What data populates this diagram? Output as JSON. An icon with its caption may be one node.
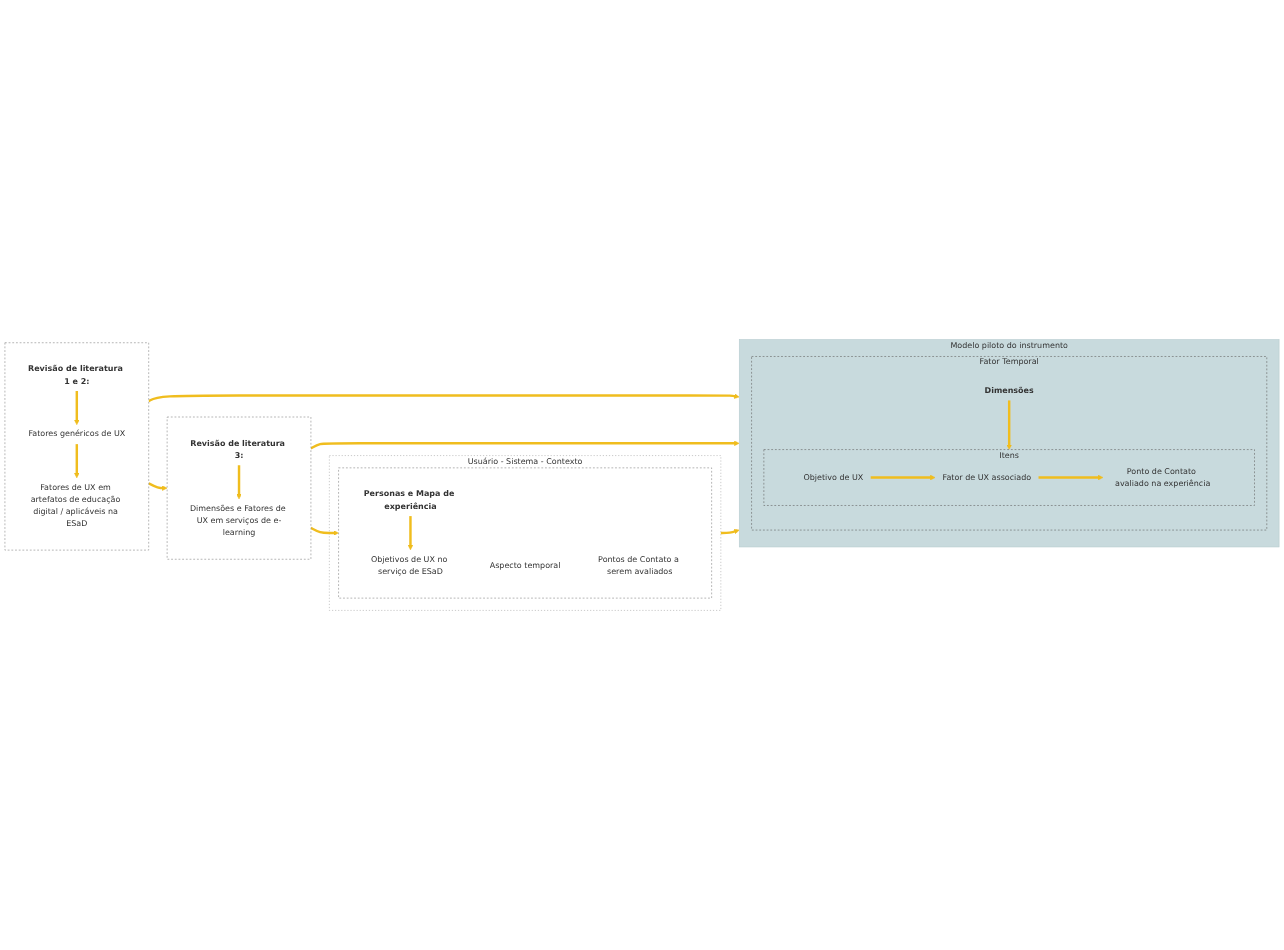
{
  "diagram": {
    "nodes": [
      {
        "text": [],
        "shape": "box"
      },
      {
        "text": [
          "Revisão de literatura 1 e 2:"
        ],
        "in": 0
      },
      {
        "text": [
          "Fatores genéricos de UX"
        ],
        "in": 0
      },
      {
        "text": [
          "Fatores de UX em artefatos de educação digital / aplicáveis na ESaD"
        ],
        "in": 0
      },
      {
        "text": [],
        "shape": "box"
      },
      {
        "text": [
          "Revisão de literatura 3:"
        ],
        "in": 4
      },
      {
        "text": [
          "Dimensões e Fatores de UX em serviços de e-learning"
        ],
        "in": 4
      },
      {
        "text": [
          "Usuário - Sistema - Contexto"
        ]
      },
      {
        "text": [],
        "shape": "box",
        "in": 7
      },
      {
        "text": [
          "Personas e Mapa de experiência"
        ],
        "in": 8
      },
      {
        "text": [
          "Objetivos de UX no serviço de ESaD"
        ],
        "in": 8
      },
      {
        "text": [
          "Aspecto temporal"
        ],
        "in": 8
      },
      {
        "text": [
          "Pontos de Contato a serem avaliados"
        ],
        "in": 8
      },
      {
        "text": [
          "Modelo piloto do instrumento"
        ]
      },
      {
        "text": [
          "Fator Temporal"
        ],
        "in": 13
      },
      {
        "text": [
          "Dimensões"
        ],
        "in": 14
      },
      {
        "text": [
          "Itens"
        ],
        "in": 14
      },
      {
        "text": [
          "Objetivo de UX"
        ],
        "in": 16
      },
      {
        "text": [
          "Fator de UX associado"
        ],
        "in": 16
      },
      {
        "text": [
          "Ponto de Contato avaliado na experiência"
        ],
        "in": 16
      }
    ],
    "edges": [
      {
        "from": 1,
        "to": 2,
        "arrow": "to"
      },
      {
        "from": 2,
        "to": 3,
        "arrow": "to"
      },
      {
        "from": 0,
        "to": 4,
        "arrow": "to"
      },
      {
        "from": 5,
        "to": 6,
        "arrow": "to"
      },
      {
        "from": 4,
        "to": 8,
        "arrow": "to"
      },
      {
        "from": 9,
        "to": 10,
        "arrow": "to"
      },
      {
        "from": 0,
        "to": 13,
        "arrow": "to"
      },
      {
        "from": 4,
        "to": 13,
        "arrow": "to"
      },
      {
        "from": 7,
        "to": 13,
        "arrow": "to"
      },
      {
        "from": 15,
        "to": 16,
        "arrow": "to"
      },
      {
        "from": 17,
        "to": 18,
        "arrow": "to"
      },
      {
        "from": 18,
        "to": 19,
        "arrow": "to"
      }
    ]
  }
}
